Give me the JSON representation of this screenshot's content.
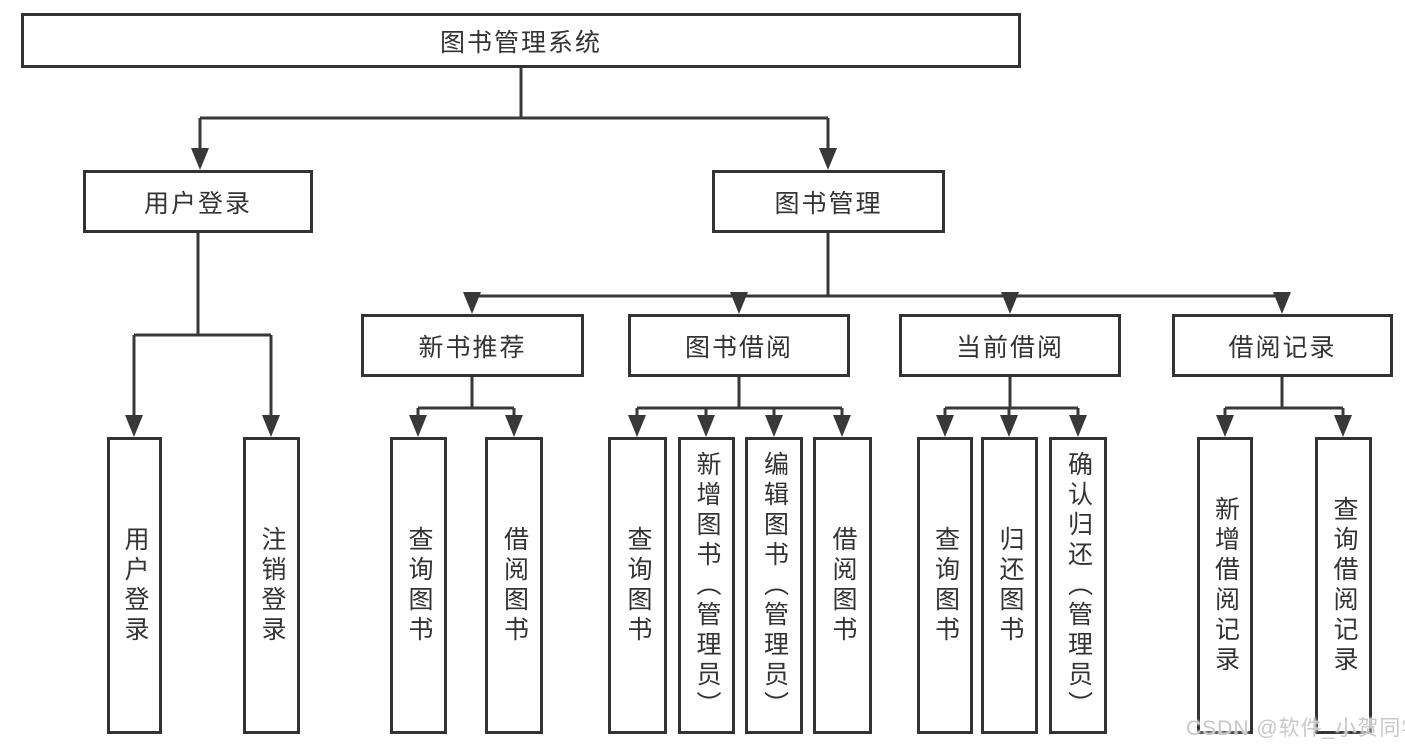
{
  "diagram": {
    "type": "tree",
    "title": "图书管理系统",
    "tree": {
      "root": {
        "label": "图书管理系统",
        "children": [
          {
            "label": "用户登录",
            "children": [
              {
                "label": "用户登录"
              },
              {
                "label": "注销登录"
              }
            ]
          },
          {
            "label": "图书管理",
            "children": [
              {
                "label": "新书推荐",
                "children": [
                  {
                    "label": "查询图书"
                  },
                  {
                    "label": "借阅图书"
                  }
                ]
              },
              {
                "label": "图书借阅",
                "children": [
                  {
                    "label": "查询图书"
                  },
                  {
                    "label": "新增图书（管理员）"
                  },
                  {
                    "label": "编辑图书（管理员）"
                  },
                  {
                    "label": "借阅图书"
                  }
                ]
              },
              {
                "label": "当前借阅",
                "children": [
                  {
                    "label": "查询图书"
                  },
                  {
                    "label": "归还图书"
                  },
                  {
                    "label": "确认归还（管理员）"
                  }
                ]
              },
              {
                "label": "借阅记录",
                "children": [
                  {
                    "label": "新增借阅记录"
                  },
                  {
                    "label": "查询借阅记录"
                  }
                ]
              }
            ]
          }
        ]
      }
    },
    "colors": {
      "background": "#ffffff",
      "box_border": "#333333",
      "line": "#383838",
      "text": "#333333",
      "watermark": "#c8c8c8"
    }
  },
  "watermark": {
    "text": "CSDN @软件_小贺同学"
  }
}
